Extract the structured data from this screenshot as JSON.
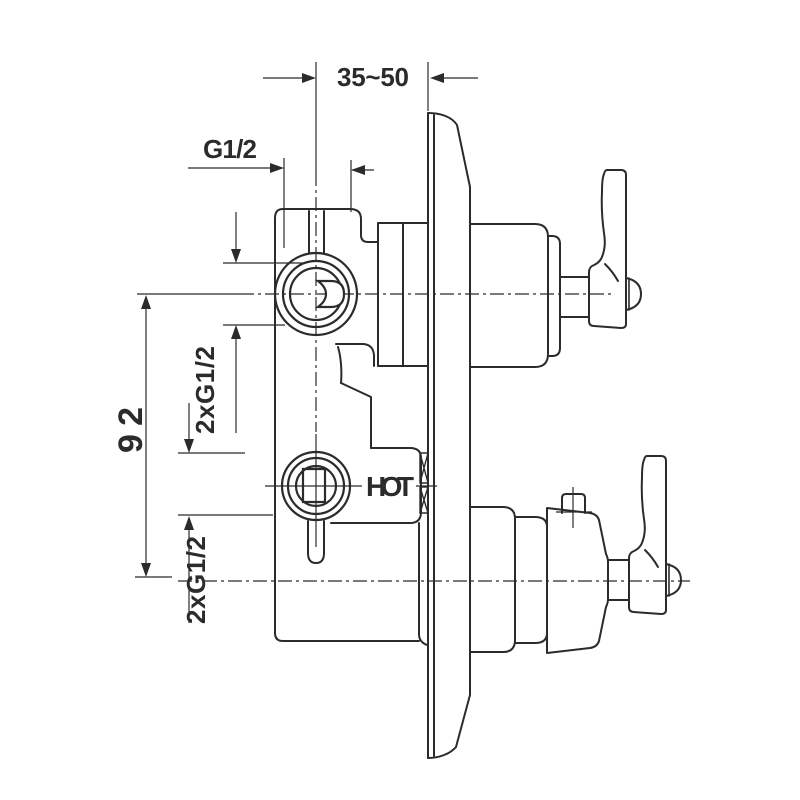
{
  "drawing": {
    "type": "technical-dimension-drawing",
    "subject": "concealed-shower-mixer-valve-side-section",
    "labels": {
      "dim_depth": "35~50",
      "dim_thread_top": "G1/2",
      "dim_spacing": "92",
      "dim_thread_upper": "2xG1/2",
      "dim_thread_lower": "2xG1/2",
      "hot": "HOT"
    },
    "colors": {
      "line": "#2b2b2b",
      "background": "#ffffff"
    }
  }
}
